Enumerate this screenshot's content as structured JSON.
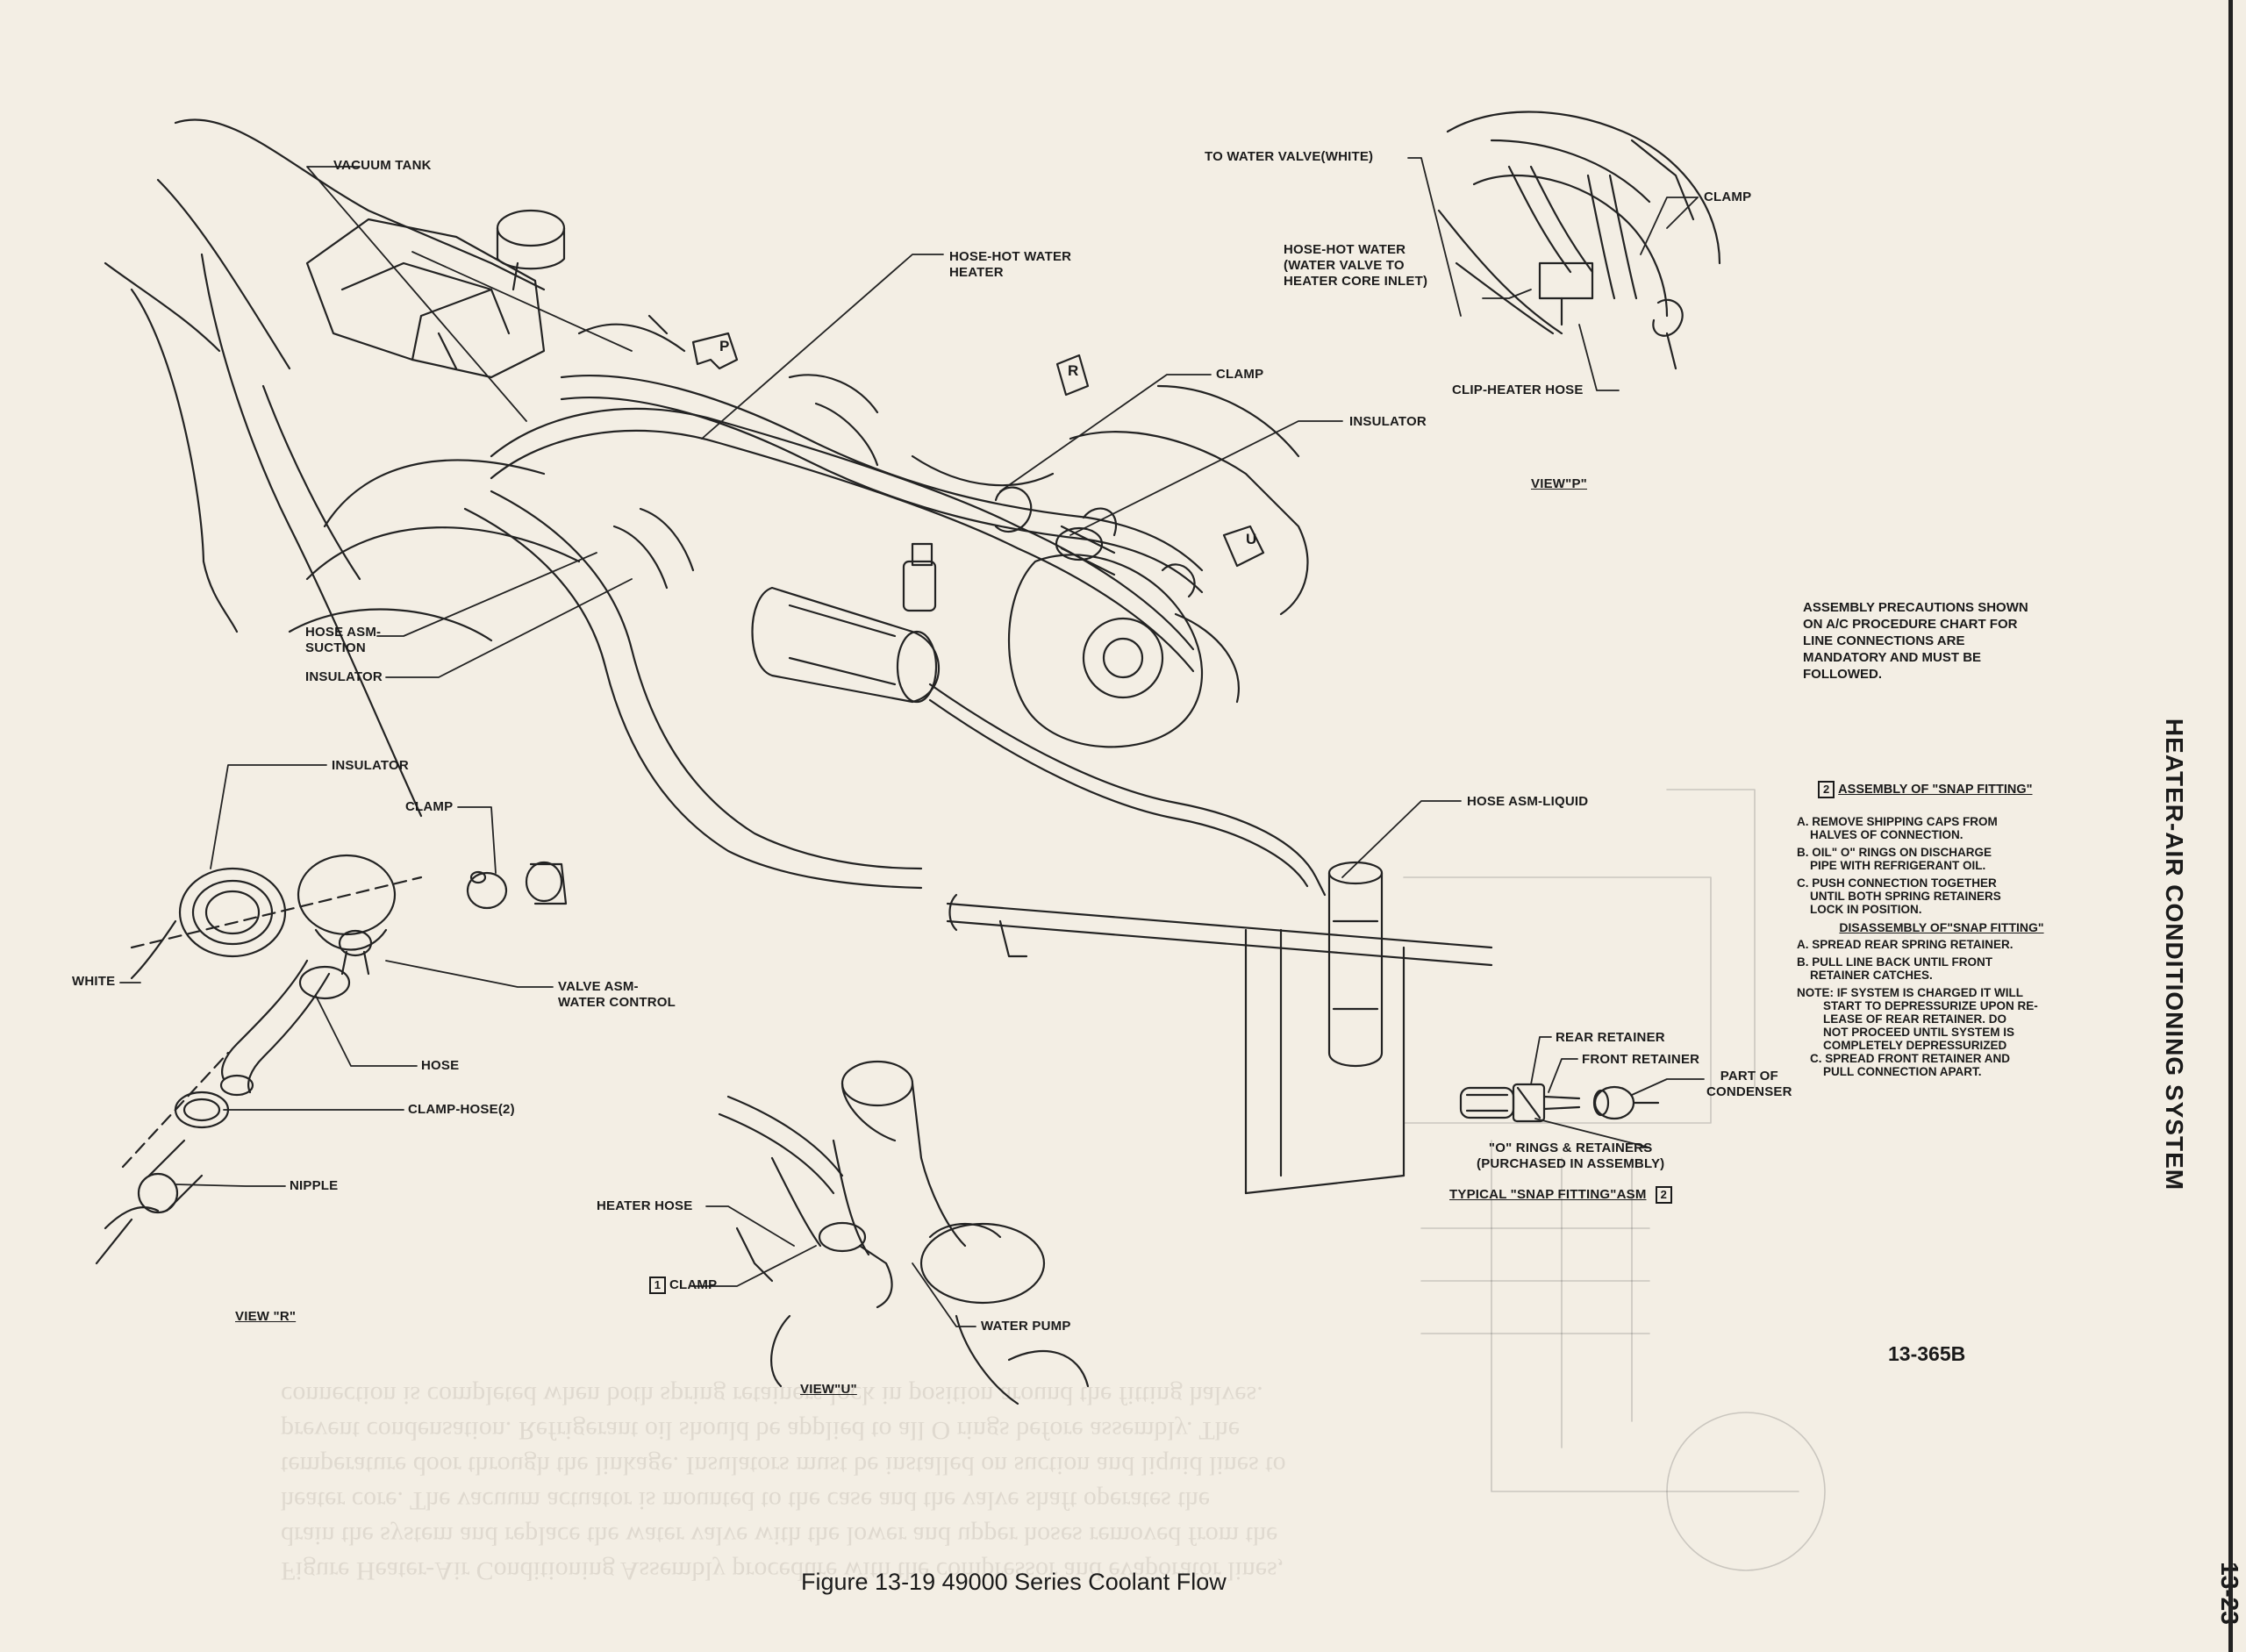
{
  "page": {
    "side_title": "HEATER-AIR CONDITIONING SYSTEM",
    "page_number": "13-23",
    "figure_caption": "Figure 13-19 49000 Series Coolant Flow",
    "figure_number": "13-365B"
  },
  "callouts": {
    "vacuum_tank": "VACUUM TANK",
    "hose_hot_water_heater": "HOSE-HOT WATER\nHEATER",
    "clamp_main": "CLAMP",
    "insulator_main": "INSULATOR",
    "hose_asm_suction": "HOSE ASM-\nSUCTION",
    "insulator_lower": "INSULATOR",
    "hose_asm_liquid": "HOSE ASM-LIQUID",
    "arrow_p": "P",
    "arrow_r": "R",
    "arrow_u": "U"
  },
  "view_p": {
    "title": "VIEW\"P\"",
    "to_water_valve": "TO WATER VALVE(WHITE)",
    "hose_hot_water": "HOSE-HOT WATER\n(WATER VALVE TO\nHEATER CORE INLET)",
    "clamp": "CLAMP",
    "clip_heater_hose": "CLIP-HEATER HOSE"
  },
  "view_r": {
    "title": "VIEW \"R\"",
    "insulator": "INSULATOR",
    "clamp": "CLAMP",
    "white": "WHITE",
    "valve_asm": "VALVE ASM-\nWATER CONTROL",
    "hose": "HOSE",
    "clamp_hose": "CLAMP-HOSE(2)",
    "nipple": "NIPPLE"
  },
  "view_u": {
    "title": "VIEW\"U\"",
    "heater_hose": "HEATER HOSE",
    "clamp_num": "1",
    "clamp": "CLAMP",
    "water_pump": "WATER PUMP"
  },
  "snap_fitting_detail": {
    "rear_retainer": "REAR RETAINER",
    "front_retainer": "FRONT RETAINER",
    "part_of_condenser": "PART OF\nCONDENSER",
    "o_rings": "\"O\" RINGS & RETAINERS\n(PURCHASED IN ASSEMBLY)",
    "typical_label": "TYPICAL \"SNAP FITTING\"ASM",
    "typical_num": "2"
  },
  "precautions": "ASSEMBLY PRECAUTIONS SHOWN\nON A/C PROCEDURE CHART FOR\nLINE CONNECTIONS ARE\nMANDATORY AND MUST BE\nFOLLOWED.",
  "notes": {
    "assembly_num": "2",
    "assembly_title": "ASSEMBLY OF \"SNAP FITTING\"",
    "step_a": "A. REMOVE SHIPPING CAPS FROM\n    HALVES OF CONNECTION.",
    "step_b": "B. OIL\" O\" RINGS ON DISCHARGE\n    PIPE WITH REFRIGERANT OIL.",
    "step_c": "C. PUSH CONNECTION TOGETHER\n    UNTIL BOTH SPRING RETAINERS\n    LOCK IN POSITION.",
    "disassembly_title": "DISASSEMBLY OF\"SNAP FITTING\"",
    "dis_a": "A. SPREAD REAR SPRING RETAINER.",
    "dis_b": "B. PULL LINE BACK UNTIL FRONT\n    RETAINER CATCHES.",
    "note": "NOTE: IF SYSTEM IS CHARGED IT WILL\n        START TO DEPRESSURIZE UPON RE-\n        LEASE OF REAR RETAINER. DO\n        NOT PROCEED UNTIL SYSTEM IS\n        COMPLETELY DEPRESSURIZED\n    C. SPREAD FRONT RETAINER AND\n        PULL CONNECTION APART."
  }
}
